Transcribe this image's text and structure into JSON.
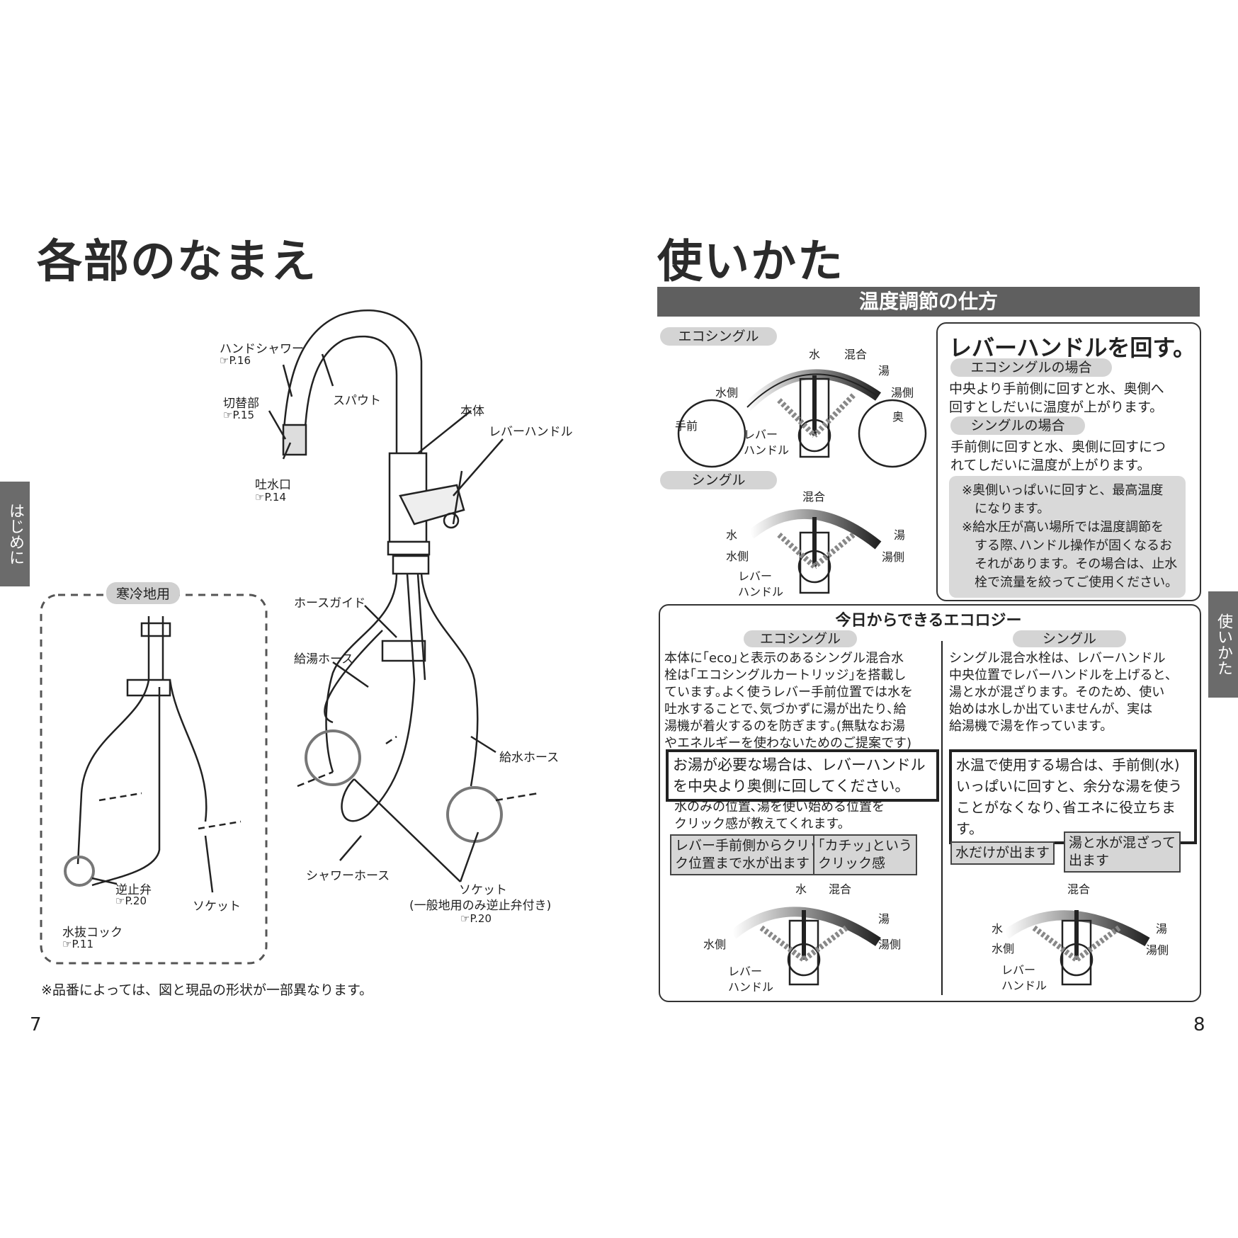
{
  "left": {
    "title": "各部のなまえ",
    "labels": {
      "hand_shower": "ハンドシャワー",
      "hand_shower_ref": "☞P.16",
      "switch": "切替部",
      "switch_ref": "☞P.15",
      "spout": "スパウト",
      "body": "本体",
      "lever": "レバーハンドル",
      "outlet": "吐水口",
      "outlet_ref": "☞P.14",
      "hose_guide": "ホースガイド",
      "hot_hose": "給湯ホース",
      "cold_hose": "給水ホース",
      "shower_hose": "シャワーホース",
      "socket": "ソケット",
      "socket_note": "(一般地用のみ逆止弁付き)",
      "socket_ref": "☞P.20",
      "cold_region": "寒冷地用",
      "check_valve": "逆止弁",
      "check_valve_ref": "☞P.20",
      "socket2": "ソケット",
      "drain_cock": "水抜コック",
      "drain_cock_ref": "☞P.11"
    },
    "footnote": "※品番によっては、図と現品の形状が一部異なります。",
    "side_tab": "はじめに",
    "page_number": "7"
  },
  "right": {
    "title": "使いかた",
    "section_bar": "温度調節の仕方",
    "eco_pill": "エコシングル",
    "single_pill": "シングル",
    "diagram_eco": {
      "water": "水",
      "mix": "混合",
      "hot": "湯",
      "water_side": "水側",
      "hot_side": "湯側",
      "front": "手前",
      "back": "奥",
      "lever": "レバー",
      "handle": "ハンドル"
    },
    "diagram_single": {
      "mix": "混合",
      "water": "水",
      "hot": "湯",
      "water_side": "水側",
      "hot_side": "湯側",
      "lever": "レバー",
      "handle": "ハンドル"
    },
    "lever_box": {
      "heading": "レバーハンドルを回す。",
      "eco_sub": "エコシングルの場合",
      "eco_text": [
        "中央より手前側に回すと水、奥側へ",
        "回すとしだいに温度が上がります。"
      ],
      "single_sub": "シングルの場合",
      "single_text": [
        "手前側に回すと水、奥側に回すにつ",
        "れてしだいに温度が上がります。"
      ],
      "notes": [
        "※奥側いっぱいに回すと、最高温度",
        "　になります。",
        "※給水圧が高い場所では温度調節を",
        "　する際､ハンドル操作が固くなるお",
        "　それがあります。その場合は、止水",
        "　栓で流量を絞ってご使用ください。"
      ]
    },
    "eco_box": {
      "heading": "今日からできるエコロジー",
      "eco_pill": "エコシングル",
      "single_pill": "シングル",
      "eco_text": [
        "本体に｢eco｣と表示のあるシングル混合水",
        "栓は｢エコシングルカートリッジ｣を搭載し",
        "ています｡よく使うレバー手前位置では水を",
        "吐水することで､気づかずに湯が出たり､給",
        "湯機が着火するのを防ぎます｡(無駄なお湯",
        "やエネルギーを使わないためのご提案です)"
      ],
      "eco_bold": [
        "お湯が必要な場合は、レバーハンドル",
        "を中央より奥側に回してください。"
      ],
      "eco_click": [
        "水のみの位置､湯を使い始める位置を",
        "クリック感が教えてくれます。"
      ],
      "callout1": [
        "レバー手前側からクリッ",
        "ク位置まで水が出ます"
      ],
      "callout2": [
        "｢カチッ｣という",
        "クリック感"
      ],
      "single_text": [
        "シングル混合水栓は、レバーハンドル",
        "中央位置でレバーハンドルを上げると、",
        "湯と水が混ざります。そのため、使い",
        "始めは水しか出ていませんが、実は",
        "給湯機で湯を作っています。"
      ],
      "single_bold": [
        "水温で使用する場合は、手前側(水)",
        "いっぱいに回すと、余分な湯を使う",
        "ことがなくなり､省エネに役立ちます。"
      ],
      "callout3": [
        "水だけが出ます"
      ],
      "callout4": [
        "湯と水が混ざって",
        "出ます"
      ],
      "d3": {
        "water": "水",
        "mix": "混合",
        "hot": "湯",
        "water_side": "水側",
        "hot_side": "湯側",
        "lever": "レバー",
        "handle": "ハンドル"
      },
      "d4": {
        "mix": "混合",
        "water": "水",
        "hot": "湯",
        "water_side": "水側",
        "hot_side": "湯側",
        "lever": "レバー",
        "handle": "ハンドル"
      }
    },
    "side_tab": "使いかた",
    "page_number": "8"
  }
}
